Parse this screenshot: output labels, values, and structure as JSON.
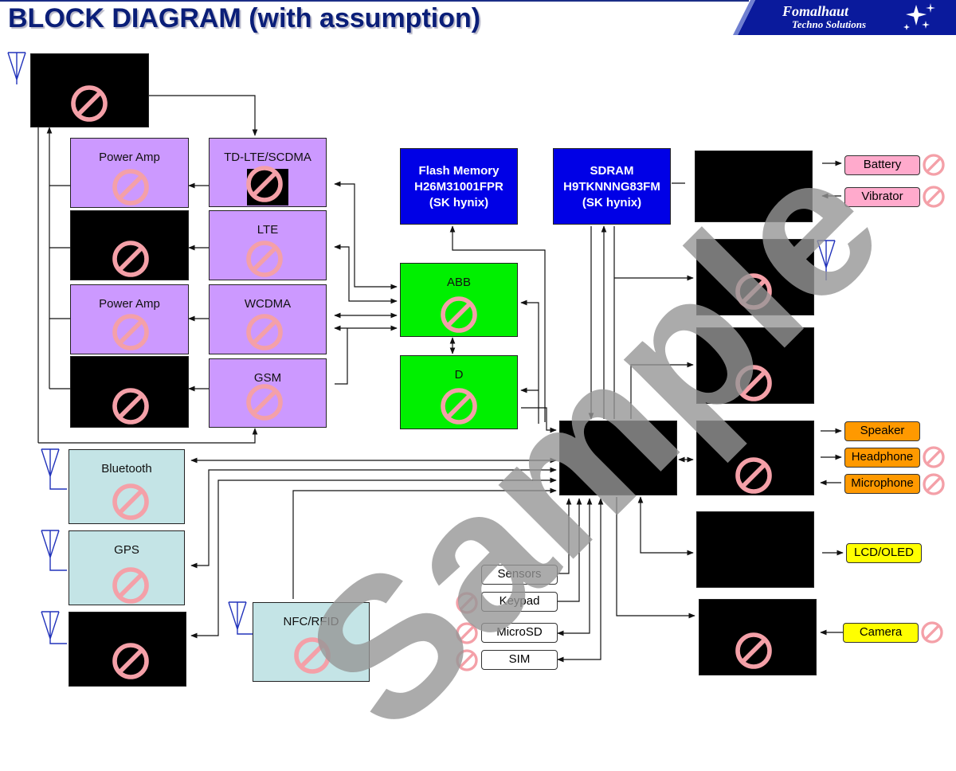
{
  "title": "BLOCK DIAGRAM (with assumption)",
  "logo": {
    "line1": "Fomalhaut",
    "line2": "Techno Solutions"
  },
  "watermark": "Sample",
  "colors": {
    "rf": "#cc99ff",
    "wireless": "#c4e4e6",
    "baseband": "#00f000",
    "memory": "#0000e6",
    "power": "#ffaacc",
    "audio": "#ff9900",
    "display": "#ffff00"
  },
  "blocks": {
    "power_amp_1": "Power Amp",
    "td_lte": "TD-LTE/SCDMA",
    "lte": "LTE",
    "power_amp_2": "Power Amp",
    "wcdma": "WCDMA",
    "gsm": "GSM",
    "abb": "ABB",
    "dbb": "D",
    "flash_line1": "Flash Memory",
    "flash_line2": "H26M31001FPR",
    "flash_line3": "(SK hynix)",
    "sdram_line1": "SDRAM",
    "sdram_line2": "H9TKNNNG83FM",
    "sdram_line3": "(SK hynix)",
    "bluetooth": "Bluetooth",
    "gps": "GPS",
    "nfc": "NFC/RFID"
  },
  "peripherals": {
    "battery": "Battery",
    "vibrator": "Vibrator",
    "speaker": "Speaker",
    "headphone": "Headphone",
    "microphone": "Microphone",
    "lcd": "LCD/OLED",
    "camera": "Camera",
    "sensors": "Sensors",
    "keypad": "Keypad",
    "microsd": "MicroSD",
    "sim": "SIM"
  }
}
